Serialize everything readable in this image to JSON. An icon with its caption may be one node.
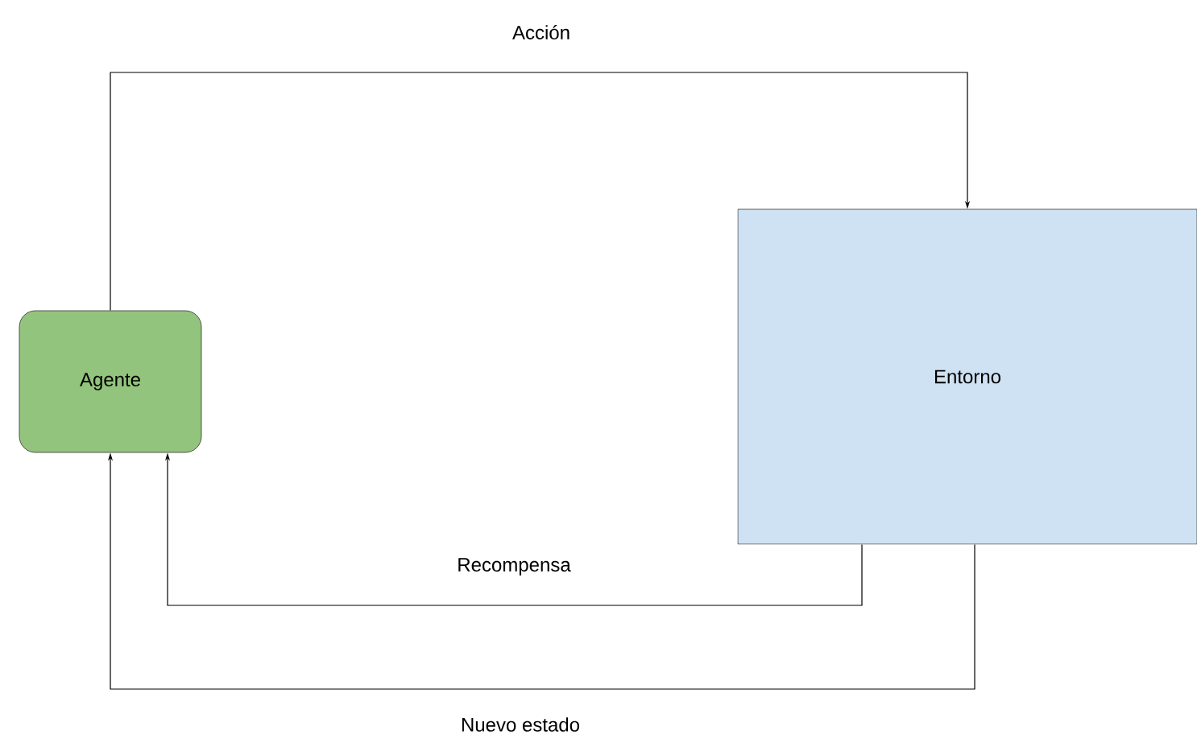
{
  "diagram": {
    "nodes": [
      {
        "text": [
          "Agente"
        ]
      },
      {
        "text": [
          "Entorno"
        ]
      }
    ],
    "edges": [
      {
        "from": 0,
        "to": 1,
        "arrow": "to",
        "label": "Acción"
      },
      {
        "from": 1,
        "to": 0,
        "arrow": "to",
        "label": "Recompensa"
      },
      {
        "from": 1,
        "to": 0,
        "arrow": "to",
        "label": "Nuevo estado"
      }
    ]
  }
}
